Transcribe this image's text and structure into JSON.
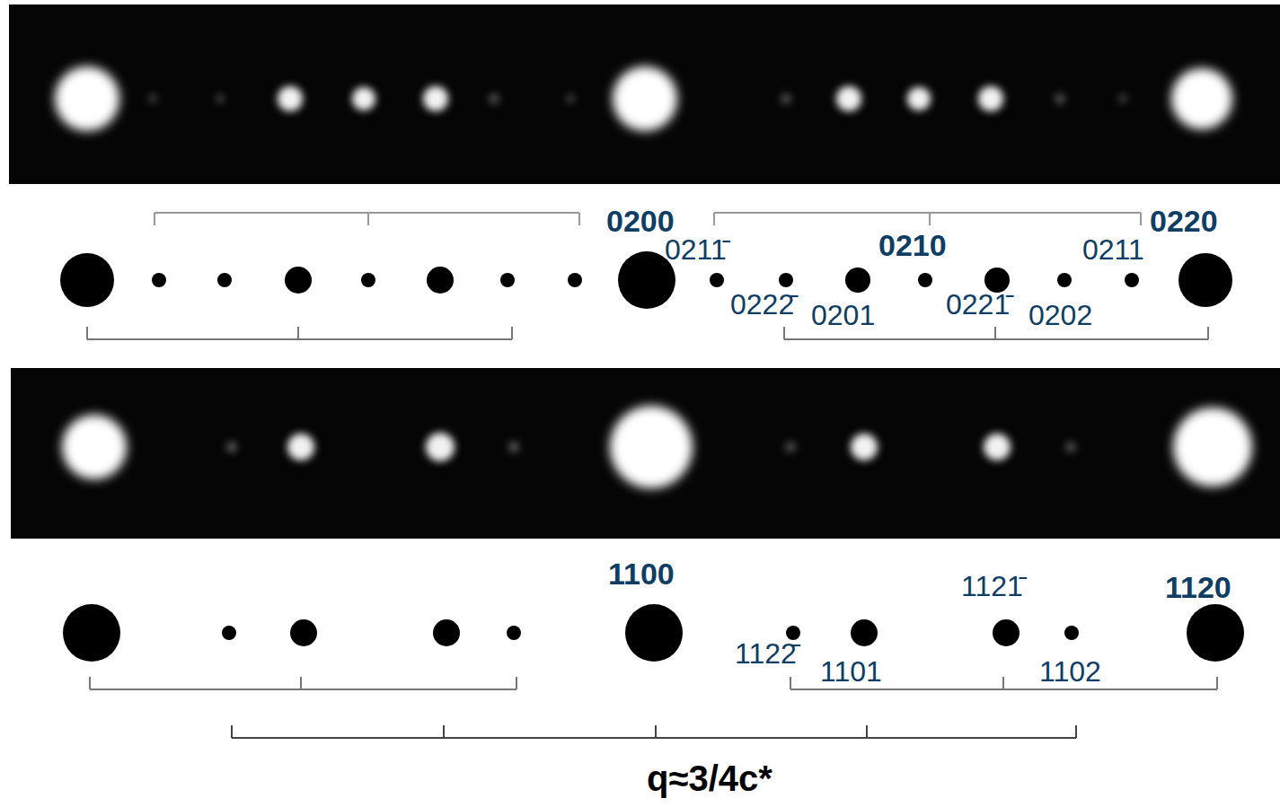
{
  "diagram": {
    "labels": [
      "0200",
      "0211̄",
      "0210",
      "0211",
      "0220",
      "0222̄",
      "0201",
      "0221̄",
      "0202",
      "1100",
      "1121̄",
      "1120",
      "1122̄",
      "1101",
      "1102",
      "q≈3/4c*"
    ]
  }
}
